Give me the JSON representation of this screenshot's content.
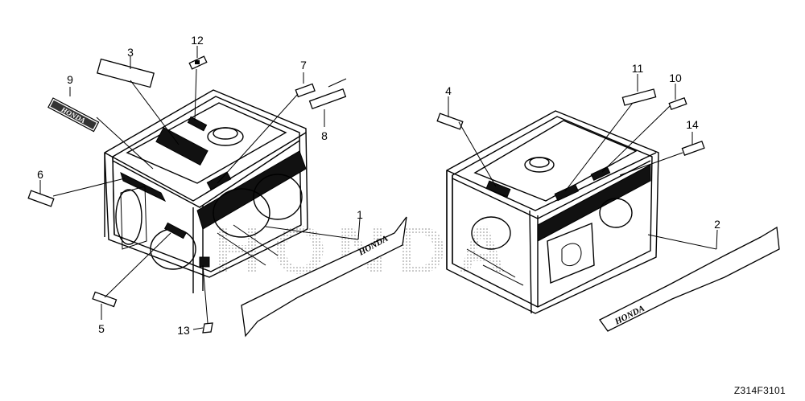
{
  "callouts": [
    {
      "id": "c1",
      "label": "1"
    },
    {
      "id": "c2",
      "label": "2"
    },
    {
      "id": "c3",
      "label": "3"
    },
    {
      "id": "c4",
      "label": "4"
    },
    {
      "id": "c5",
      "label": "5"
    },
    {
      "id": "c6",
      "label": "6"
    },
    {
      "id": "c7",
      "label": "7"
    },
    {
      "id": "c8",
      "label": "8"
    },
    {
      "id": "c9",
      "label": "9"
    },
    {
      "id": "c10",
      "label": "10"
    },
    {
      "id": "c11",
      "label": "11"
    },
    {
      "id": "c12",
      "label": "12"
    },
    {
      "id": "c13",
      "label": "13"
    },
    {
      "id": "c14",
      "label": "14"
    }
  ],
  "brand_marks": {
    "emblem": "HONDA",
    "stripe_left": "HONDA",
    "stripe_right": "HONDA",
    "watermark": "HONDA"
  },
  "diagram_code": "Z314F3101"
}
